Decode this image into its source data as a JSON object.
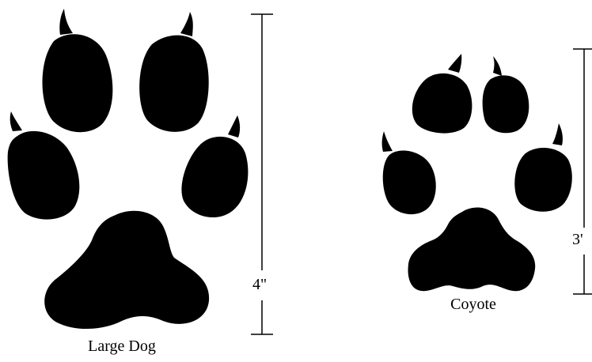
{
  "prints": [
    {
      "caption": "Large Dog",
      "measurement": "4\""
    },
    {
      "caption": "Coyote",
      "measurement": "3'"
    }
  ],
  "colors": {
    "ink": "#000000",
    "background": "#ffffff"
  }
}
